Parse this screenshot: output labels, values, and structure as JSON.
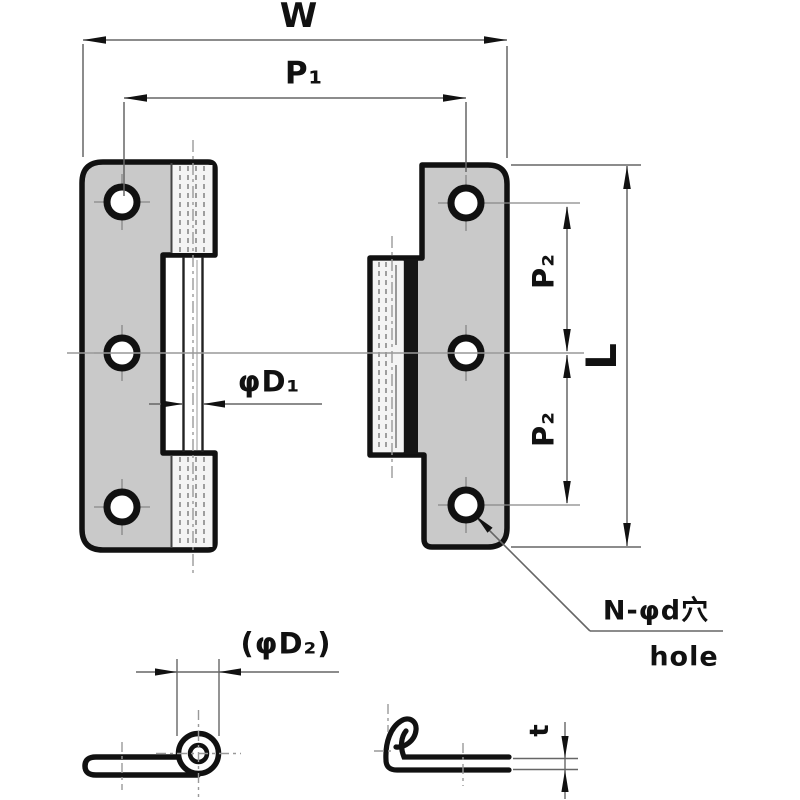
{
  "drawing": {
    "kind": "hinge technical drawing",
    "labels": {
      "W": "W",
      "P1": "P₁",
      "P2": "P₂",
      "L": "L",
      "phiD1": "φD₁",
      "phiD2": "(φD₂)",
      "hole_callout_jp": "N-φd穴",
      "hole_callout_en": "hole",
      "thickness": "t"
    },
    "colors": {
      "background": "#ffffff",
      "plate_fill": "#c9c9c9",
      "knuckle_fill": "#f4f4f4",
      "outline": "#111111",
      "dim_line": "#666666",
      "centerline": "#999999"
    }
  }
}
